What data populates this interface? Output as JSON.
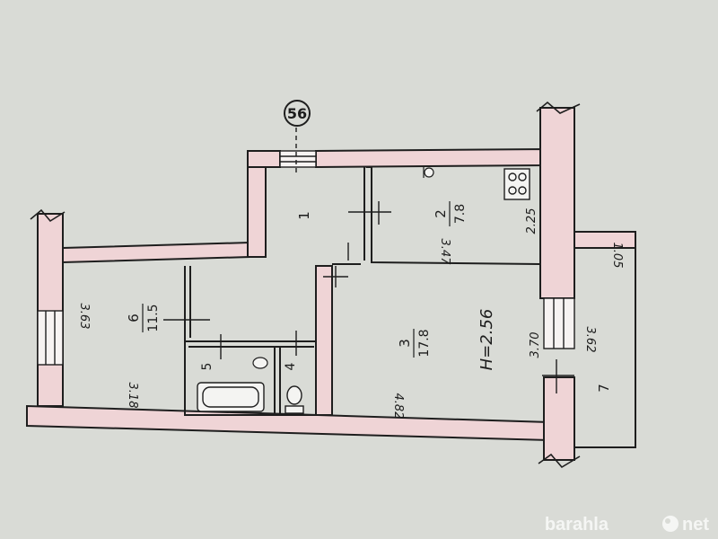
{
  "plan": {
    "axis_marker": "56",
    "rooms": [
      {
        "key": "hall",
        "number": "1"
      },
      {
        "key": "kitchen",
        "number": "2",
        "area": "7.8"
      },
      {
        "key": "room3",
        "number": "3",
        "area": "17.8"
      },
      {
        "key": "toilet",
        "number": "4"
      },
      {
        "key": "bathroom",
        "number": "5"
      },
      {
        "key": "room6",
        "number": "6",
        "area": "11.5"
      },
      {
        "key": "balcony",
        "number": "7"
      }
    ],
    "ceiling_height": "H=2.56",
    "dimensions": {
      "kitchen_length": "3.47",
      "kitchen_width": "2.25",
      "room3_length": "4.82",
      "room3_width": "3.70",
      "room6_width": "3.63",
      "room6_length": "3.18",
      "balcony_length": "3.62",
      "balcony_width": "1.05"
    }
  },
  "watermark": {
    "brand": "barahla",
    "suffix": "net"
  },
  "colors": {
    "background": "#d9dbd6",
    "wall_fill": "#efd4d6",
    "wall_line": "#1e1e1e"
  }
}
